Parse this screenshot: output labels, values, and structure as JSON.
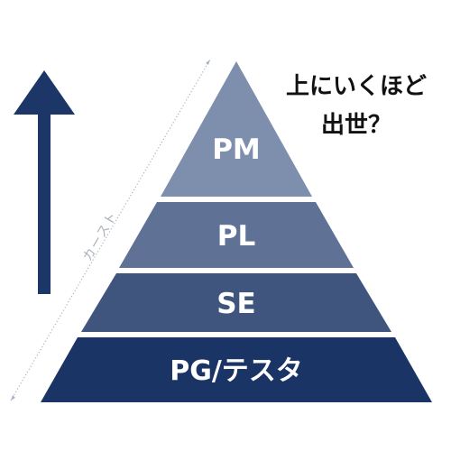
{
  "question": {
    "line1": "上にいくほど",
    "line2": "出世？"
  },
  "caste_label": "カースト",
  "tiers": [
    {
      "label": "PM",
      "color": "#7e8ead"
    },
    {
      "label": "PL",
      "color": "#5f7296"
    },
    {
      "label": "SE",
      "color": "#40557d"
    },
    {
      "label": "PG/テスタ",
      "color": "#1b3466"
    }
  ],
  "colors": {
    "arrow": "#1c3668",
    "dotted_line": "#a8b4c4"
  },
  "icons": {
    "arrow": "up-arrow-icon"
  }
}
